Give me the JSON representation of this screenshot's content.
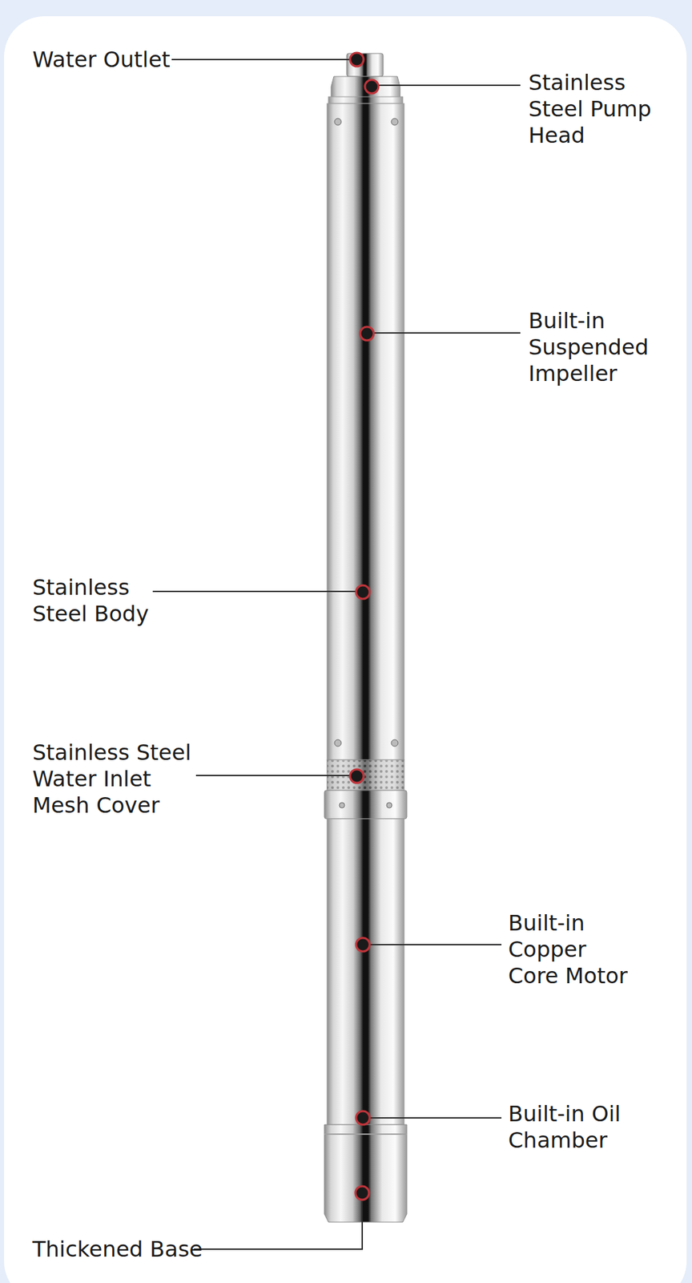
{
  "diagram": {
    "labels": [
      "Water Outlet",
      "Stainless Steel Pump Head",
      "Built-in Suspended Impeller",
      "Stainless Steel Body",
      "Stainless Steel Water Inlet Mesh Cover",
      "Built-in Copper Core Motor",
      "Built-in Oil Chamber",
      "Thickened Base"
    ]
  }
}
